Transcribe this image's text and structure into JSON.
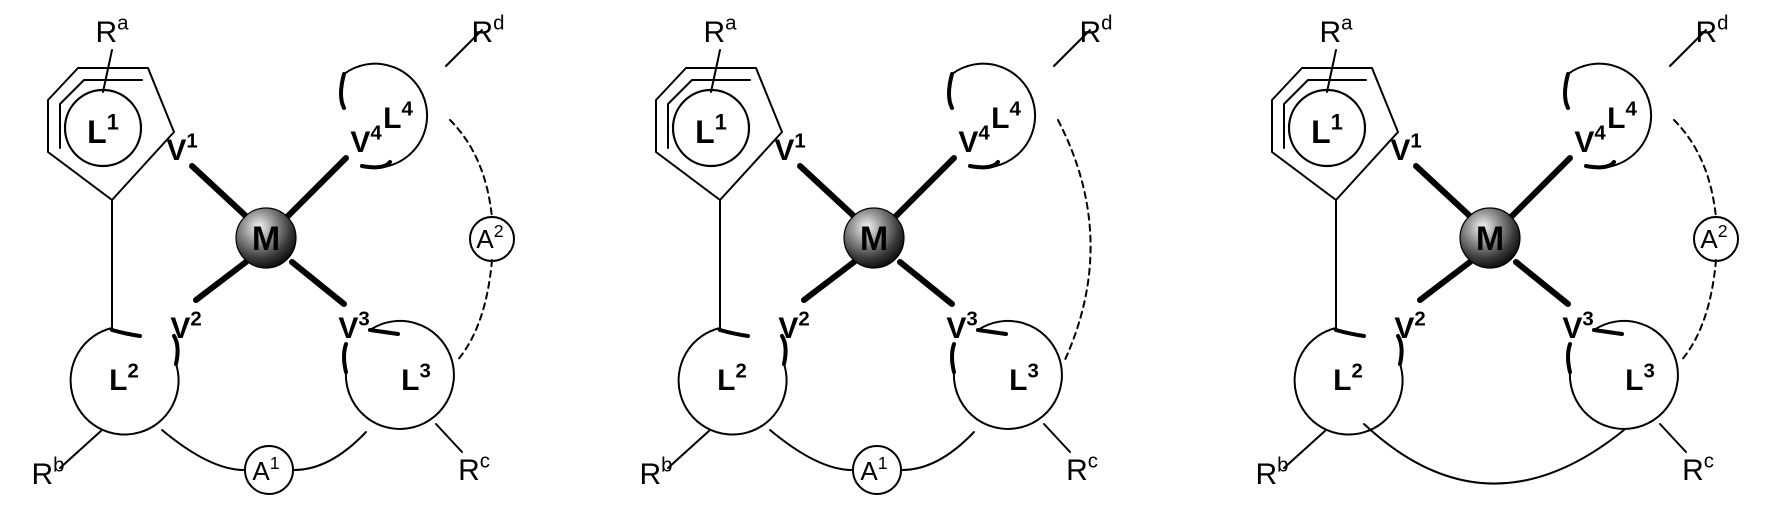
{
  "structures": [
    {
      "metal": "M",
      "ligands": {
        "L1": "L",
        "L2": "L",
        "L3": "L",
        "L4": "L"
      },
      "donors": {
        "V1": "V",
        "V2": "V",
        "V3": "V",
        "V4": "V"
      },
      "substituents": {
        "Ra": "R",
        "Rb": "R",
        "Rc": "R",
        "Rd": "R"
      },
      "bridges": {
        "A1": "A",
        "A2": "A"
      },
      "bridge_A1": true,
      "bridge_A2": true,
      "bridge_L2_L3_direct": false
    },
    {
      "metal": "M",
      "ligands": {
        "L1": "L",
        "L2": "L",
        "L3": "L",
        "L4": "L"
      },
      "donors": {
        "V1": "V",
        "V2": "V",
        "V3": "V",
        "V4": "V"
      },
      "substituents": {
        "Ra": "R",
        "Rb": "R",
        "Rc": "R",
        "Rd": "R"
      },
      "bridges": {
        "A1": "A"
      },
      "bridge_A1": true,
      "bridge_A2": false,
      "bridge_L2_L3_direct": false
    },
    {
      "metal": "M",
      "ligands": {
        "L1": "L",
        "L2": "L",
        "L3": "L",
        "L4": "L"
      },
      "donors": {
        "V1": "V",
        "V2": "V",
        "V3": "V",
        "V4": "V"
      },
      "substituents": {
        "Ra": "R",
        "Rb": "R",
        "Rc": "R",
        "Rd": "R"
      },
      "bridges": {
        "A2": "A"
      },
      "bridge_A1": false,
      "bridge_A2": true,
      "bridge_L2_L3_direct": true
    }
  ],
  "superscripts": {
    "L1": "1",
    "L2": "2",
    "L3": "3",
    "L4": "4",
    "V1": "1",
    "V2": "2",
    "V3": "3",
    "V4": "4",
    "Ra": "a",
    "Rb": "b",
    "Rc": "c",
    "Rd": "d",
    "A1": "1",
    "A2": "2"
  }
}
